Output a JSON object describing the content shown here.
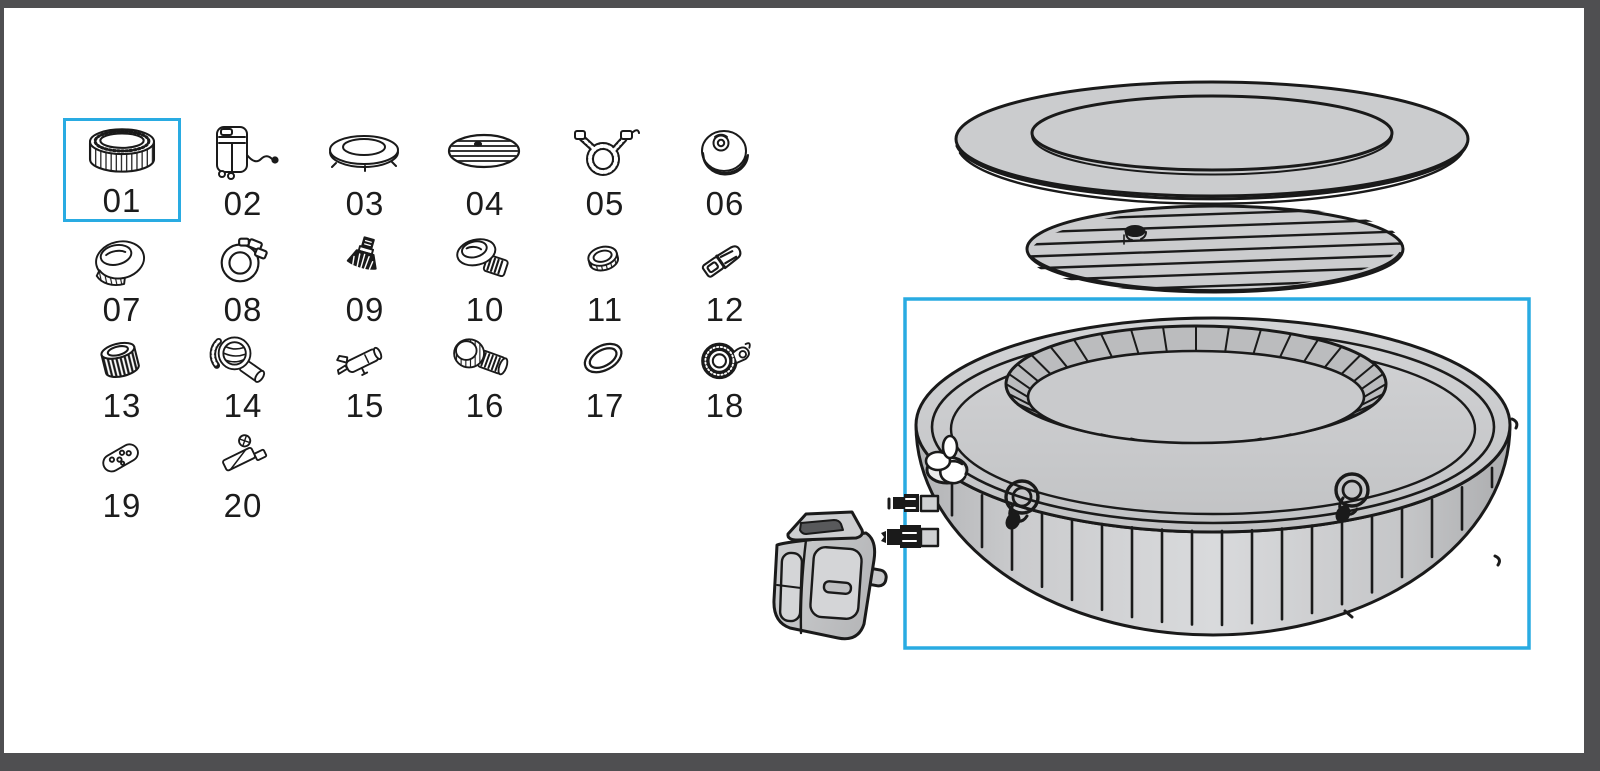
{
  "palette": {
    "frame": "#4f4f51",
    "canvas": "#ffffff",
    "line_art": "#1a1a1a",
    "part_fill": "#cbccce",
    "highlight_blue": "#29abe2",
    "label_text": "#1c1c1c"
  },
  "parts_list": {
    "columns": 6,
    "items": [
      {
        "number": "01",
        "icon": "inflatable-tub-ring-icon",
        "selected": true
      },
      {
        "number": "02",
        "icon": "pump-with-cord-icon",
        "selected": false
      },
      {
        "number": "03",
        "icon": "lid-ring-cover-icon",
        "selected": false
      },
      {
        "number": "04",
        "icon": "inflatable-lid-bladder-icon",
        "selected": false
      },
      {
        "number": "05",
        "icon": "inflation-hose-icon",
        "selected": false
      },
      {
        "number": "06",
        "icon": "filter-housing-cap-icon",
        "selected": false
      },
      {
        "number": "07",
        "icon": "valve-cap-icon",
        "selected": false
      },
      {
        "number": "08",
        "icon": "clamp-ring-icon",
        "selected": false
      },
      {
        "number": "09",
        "icon": "air-valve-nozzle-icon",
        "selected": false
      },
      {
        "number": "10",
        "icon": "threaded-adapter-icon",
        "selected": false
      },
      {
        "number": "11",
        "icon": "lock-nut-icon",
        "selected": false
      },
      {
        "number": "12",
        "icon": "buckle-clip-icon",
        "selected": false
      },
      {
        "number": "13",
        "icon": "filter-cartridge-icon",
        "selected": false
      },
      {
        "number": "14",
        "icon": "strainer-elbow-icon",
        "selected": false
      },
      {
        "number": "15",
        "icon": "wrench-tool-icon",
        "selected": false
      },
      {
        "number": "16",
        "icon": "threaded-connector-icon",
        "selected": false
      },
      {
        "number": "17",
        "icon": "o-ring-seal-icon",
        "selected": false
      },
      {
        "number": "18",
        "icon": "strap-coil-icon",
        "selected": false
      },
      {
        "number": "19",
        "icon": "remote-control-icon",
        "selected": false
      },
      {
        "number": "20",
        "icon": "check-valve-icon",
        "selected": false
      }
    ]
  },
  "diagram": {
    "selected_part_number": "01",
    "highlighted_component": "tub-body",
    "components": [
      "cover-top",
      "inflatable-lid",
      "tub-body",
      "pump-unit"
    ]
  }
}
